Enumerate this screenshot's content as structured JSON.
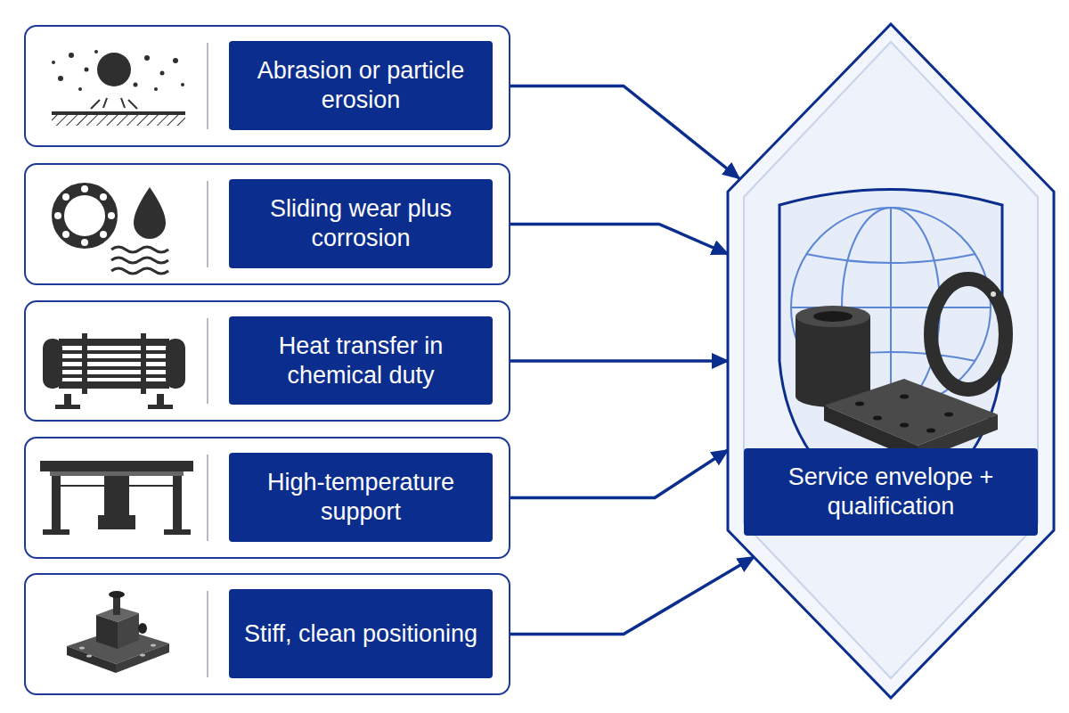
{
  "diagram": {
    "nodes": [
      {
        "text": [
          "Abrasion or particle erosion"
        ]
      },
      {
        "text": [
          "Sliding wear plus corrosion"
        ]
      },
      {
        "text": [
          "Heat transfer in chemical duty"
        ]
      },
      {
        "text": [
          "High-temperature support"
        ]
      },
      {
        "text": [
          "Stiff, clean positioning"
        ]
      },
      {
        "text": [
          "Service envelope + qualification"
        ]
      }
    ],
    "edges": [
      {
        "from": 0,
        "to": 5,
        "arrow": "to"
      },
      {
        "from": 1,
        "to": 5,
        "arrow": "to"
      },
      {
        "from": 2,
        "to": 5,
        "arrow": "to"
      },
      {
        "from": 3,
        "to": 5,
        "arrow": "to"
      },
      {
        "from": 4,
        "to": 5,
        "arrow": "to"
      }
    ]
  }
}
